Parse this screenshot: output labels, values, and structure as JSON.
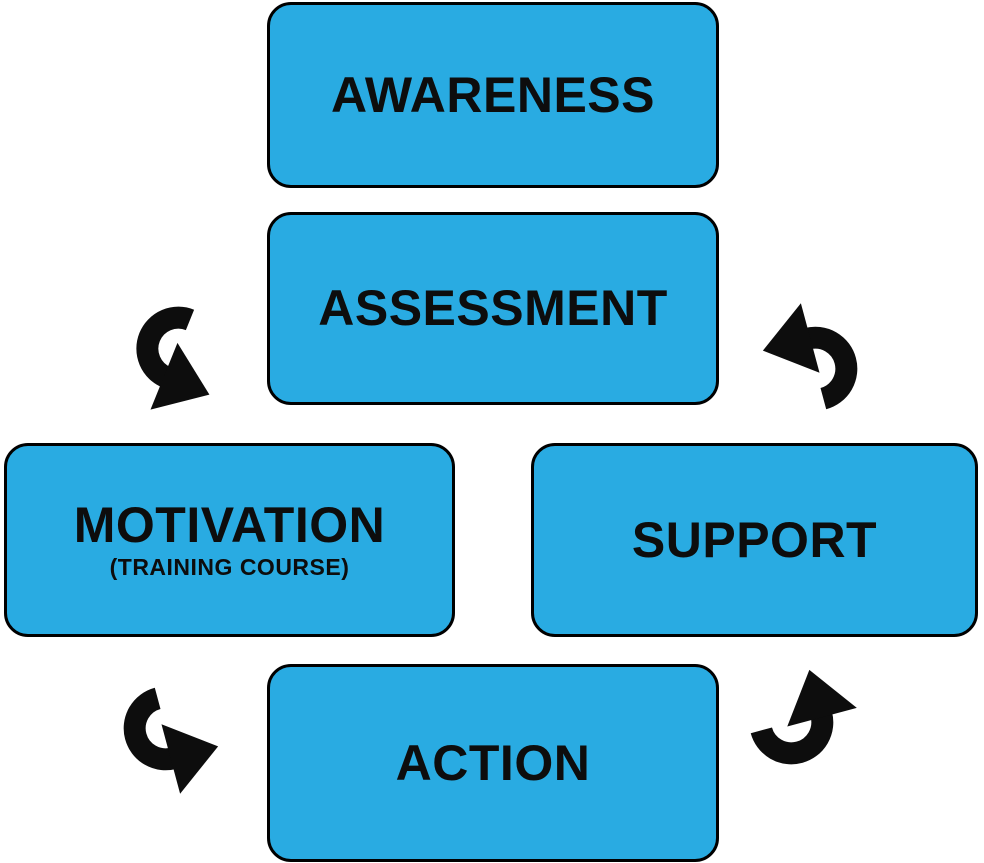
{
  "colors": {
    "background": "#ffffff",
    "box_fill": "#29abe2",
    "box_border": "#000000",
    "label_text": "#0d0d0d",
    "arrow": "#0d0d0d"
  },
  "diagram": {
    "nodes": [
      {
        "id": "awareness",
        "label": "AWARENESS"
      },
      {
        "id": "assessment",
        "label": "ASSESSMENT"
      },
      {
        "id": "motivation",
        "label": "MOTIVATION",
        "sublabel": "(TRAINING COURSE)"
      },
      {
        "id": "support",
        "label": "SUPPORT"
      },
      {
        "id": "action",
        "label": "ACTION"
      }
    ],
    "arrows": [
      {
        "name": "curved-arrow-down",
        "position": "top-left"
      },
      {
        "name": "curved-arrow-left",
        "position": "top-right"
      },
      {
        "name": "curved-arrow-right",
        "position": "bottom-left"
      },
      {
        "name": "curved-arrow-up",
        "position": "bottom-right"
      }
    ]
  }
}
